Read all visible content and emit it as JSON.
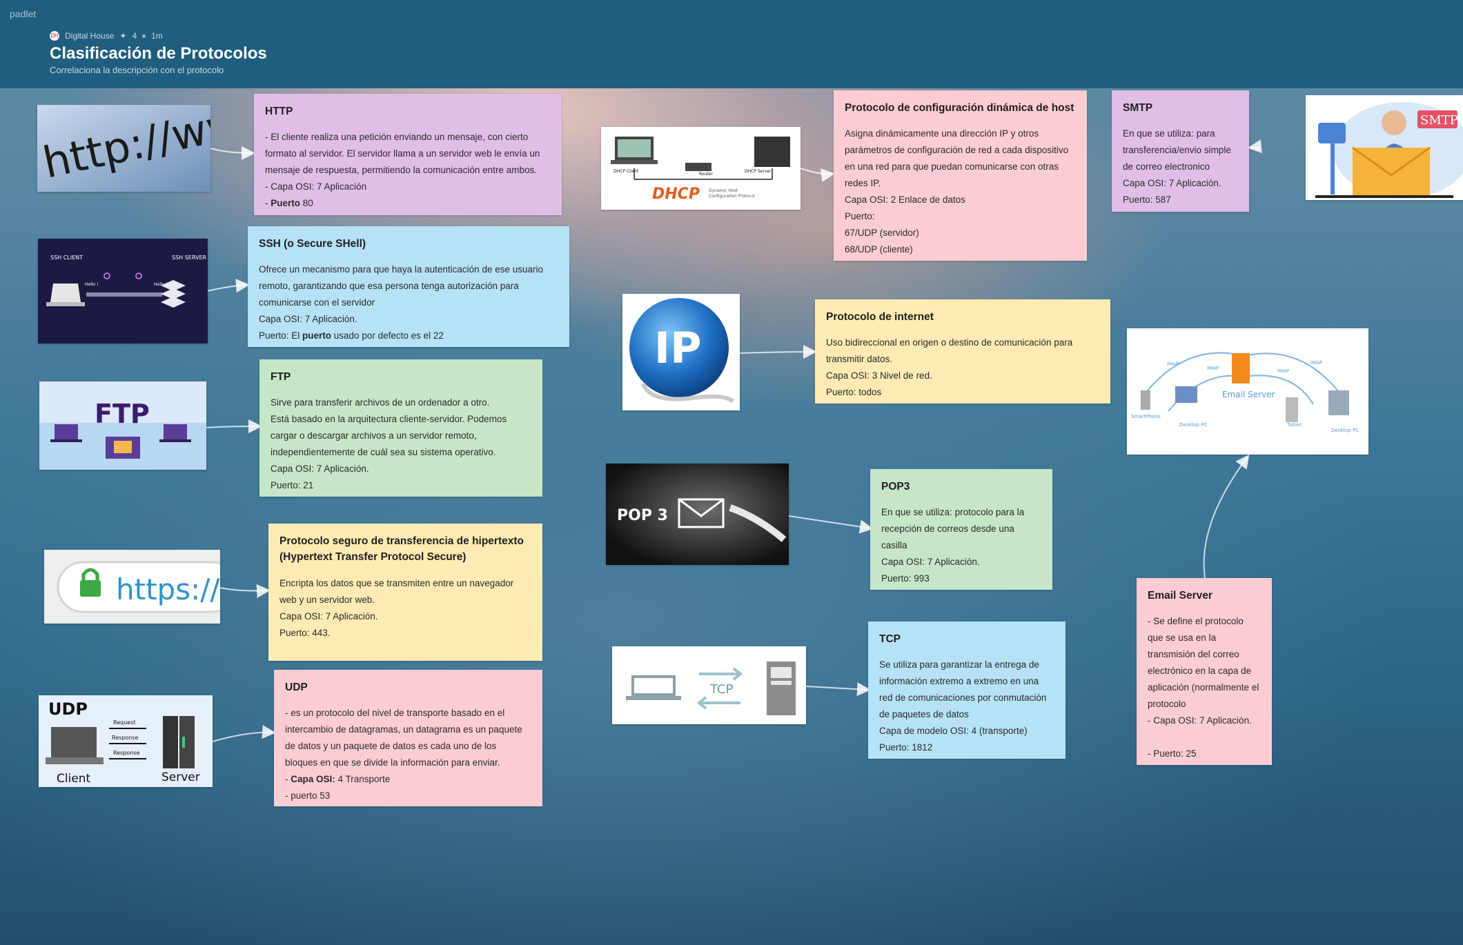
{
  "app": {
    "brand": "padlet"
  },
  "header": {
    "owner": "Digital House",
    "likes": "4",
    "time": "1m",
    "title": "Clasificación de Protocolos",
    "subtitle": "Correlaciona la descripción con el protocolo"
  },
  "images": {
    "http": "http://www",
    "ssh_client": "SSH CLIENT",
    "ssh_server": "SSH SERVER",
    "ssh_hello": "Hello !",
    "ftp": "FTP",
    "https": "https://",
    "udp": "UDP",
    "udp_request": "Request",
    "udp_response": "Response",
    "udp_client": "Client",
    "udp_server": "Server",
    "dhcp": "DHCP",
    "dhcp_client": "DHCP Client",
    "dhcp_router": "Router",
    "dhcp_server": "DHCP Server",
    "dhcp_caption1": "Dynamic Host",
    "dhcp_caption2": "Configuration Protocol",
    "ip": "IP",
    "pop3": "POP 3",
    "tcp": "TCP",
    "smtp": "SMTP",
    "email_server": "Email Server",
    "imap": "IMAP",
    "smartphone": "SmartPhone",
    "desktop": "Desktop PC",
    "tablet": "Tablet"
  },
  "cards": {
    "http": {
      "title": "HTTP",
      "lines": [
        "- El cliente realiza una petición enviando un mensaje, con cierto formato al servidor. El servidor llama a un servidor web le envía un mensaje de respuesta, permitiendo la comunicación entre ambos.",
        "- Capa OSI: 7 Aplicación"
      ],
      "last_label": "Puerto",
      "last_prefix": "- ",
      "last_value": " 80"
    },
    "ssh": {
      "title": "SSH (o Secure SHell)",
      "lines": [
        "Ofrece un mecanismo para que haya la autenticación de ese usuario remoto, garantizando que esa persona tenga autorización para comunicarse con el servidor",
        "Capa OSI: 7 Aplicación."
      ],
      "last_prefix": "Puerto: El ",
      "last_label": "puerto",
      "last_value": " usado por defecto es el 22"
    },
    "ftp": {
      "title": "FTP",
      "lines": [
        "Sirve para transferir archivos de un ordenador a otro.",
        "Está basado en la arquitectura cliente-servidor. Podemos cargar o descargar archivos a un servidor remoto, independientemente de cuál sea su sistema operativo.",
        "Capa OSI: 7 Aplicación.",
        "Puerto:  21"
      ]
    },
    "https": {
      "title": " Protocolo seguro de transferencia de hipertexto (Hypertext Transfer Protocol Secure)",
      "lines": [
        "Encripta los datos que se transmiten entre un navegador web y un servidor web.",
        "Capa OSI: 7 Aplicación.",
        "Puerto: 443."
      ]
    },
    "udp": {
      "title": "UDP",
      "lines": [
        "- es un protocolo del nivel de transporte basado en el intercambio de datagramas, un datagrama es un paquete de datos y un paquete de datos es cada uno de los bloques en que se divide la información para enviar."
      ],
      "osi_prefix": "-  ",
      "osi_label": "Capa OSI:",
      "osi_value": " 4 Transporte",
      "port": "- puerto 53"
    },
    "dhcp": {
      "title": "Protocolo de configuración dinámica de host",
      "lines": [
        "Asigna dinámicamente una dirección IP y otros parámetros de configuración de red a cada dispositivo en una red para que puedan comunicarse con otras redes IP.",
        "Capa OSI: 2 Enlace de datos",
        "Puerto:",
        "67/UDP (servidor)",
        "68/UDP (cliente)"
      ]
    },
    "smtp": {
      "title": "SMTP",
      "lines": [
        "En que se utiliza: para transferencia/envio simple de correo electronico",
        "Capa OSI: 7 Aplicación.",
        "Puerto: 587"
      ]
    },
    "ip": {
      "title": "Protocolo de internet",
      "lines": [
        "Uso bidireccional en origen o destino de comunicación para transmitir datos.",
        "Capa OSI: 3 Nivel de red.",
        "Puerto: todos"
      ]
    },
    "pop3": {
      "title": "POP3",
      "lines": [
        "En que se utiliza: protocolo para la recepción de correos desde una casilla",
        "Capa OSI: 7 Aplicación.",
        "Puerto: 993"
      ]
    },
    "tcp": {
      "title": "TCP",
      "lines": [
        "Se utiliza para garantizar la entrega de información extremo a extremo en una red de comunicaciones por conmutación de paquetes de datos",
        "Capa de modelo OSI: 4 (transporte)",
        "Puerto: 1812"
      ]
    },
    "email": {
      "title": "Email Server",
      "lines": [
        " - Se define el protocolo que se usa en la transmisión del correo electrónico en la capa de aplicación (normalmente el protocolo",
        " - Capa OSI: 7 Aplicación.",
        " ",
        " - Puerto: 25"
      ]
    }
  }
}
